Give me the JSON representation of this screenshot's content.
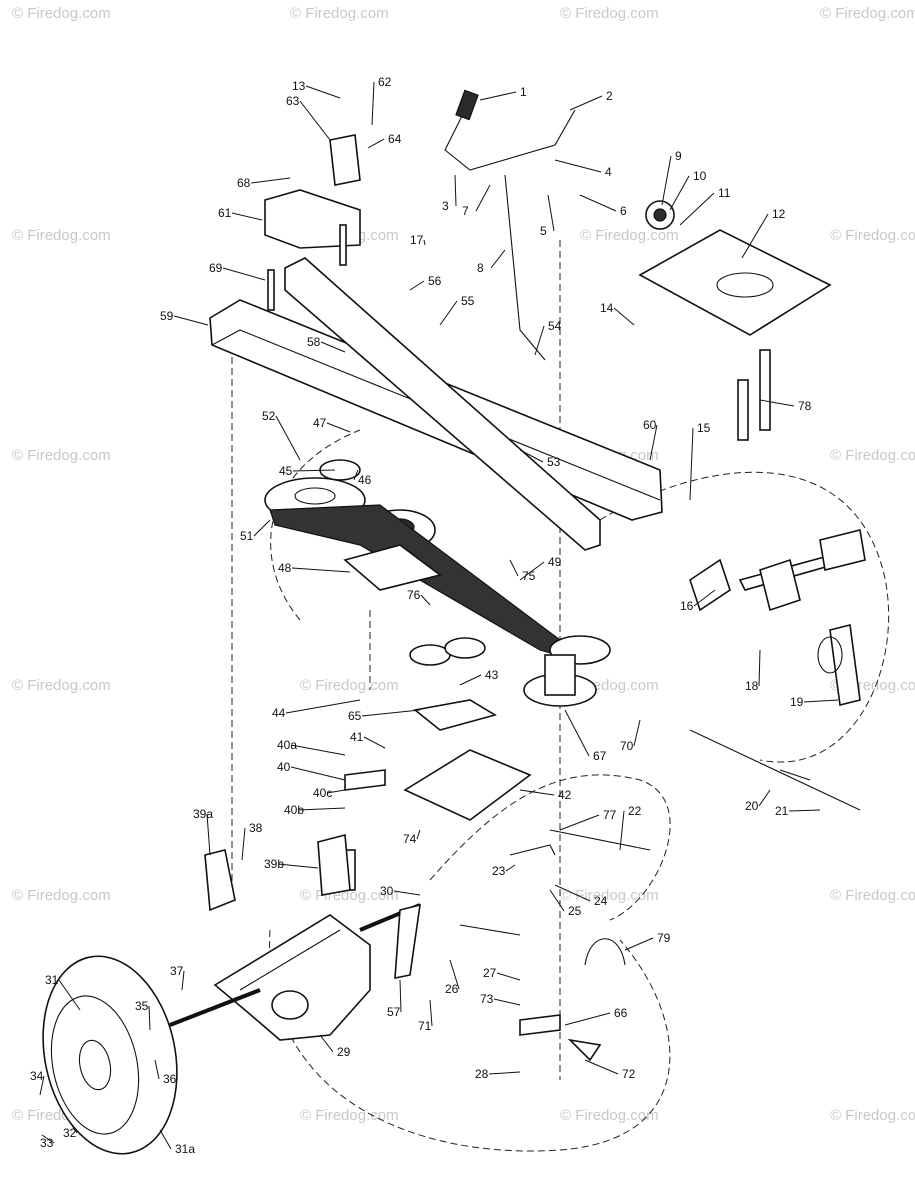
{
  "watermark": "© Firedog.com",
  "callouts": [
    "1",
    "2",
    "3",
    "4",
    "5",
    "6",
    "7",
    "8",
    "9",
    "10",
    "11",
    "12",
    "13",
    "14",
    "15",
    "16",
    "17",
    "18",
    "19",
    "20",
    "21",
    "22",
    "23",
    "24",
    "25",
    "26",
    "27",
    "28",
    "29",
    "30",
    "31",
    "31a",
    "32",
    "33",
    "34",
    "35",
    "36",
    "37",
    "38",
    "39a",
    "39b",
    "40",
    "40a",
    "40b",
    "40c",
    "41",
    "42",
    "43",
    "44",
    "45",
    "46",
    "47",
    "48",
    "49",
    "51",
    "52",
    "53",
    "54",
    "55",
    "56",
    "57",
    "58",
    "59",
    "60",
    "61",
    "62",
    "63",
    "64",
    "65",
    "66",
    "67",
    "68",
    "69",
    "70",
    "71",
    "72",
    "73",
    "74",
    "75",
    "76",
    "77",
    "78",
    "79"
  ]
}
